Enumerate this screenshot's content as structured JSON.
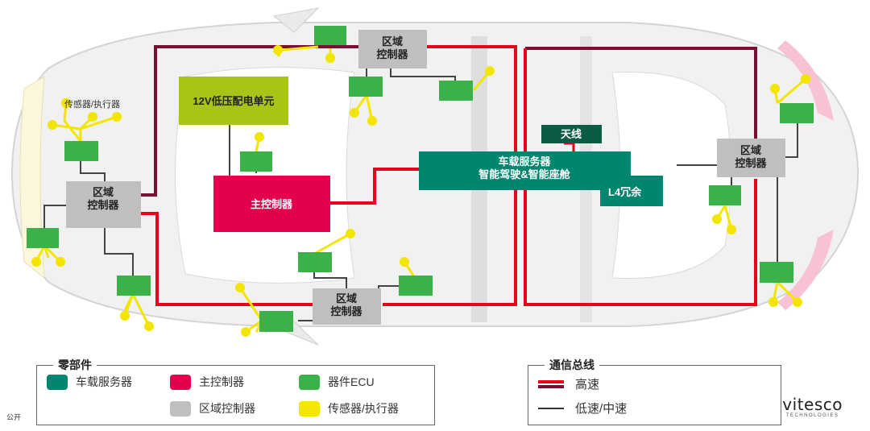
{
  "labels": {
    "zone_ctrl": "区域\n控制器",
    "lv_pdu": "12V低压配电单元",
    "main_ctrl": "主控制器",
    "antenna": "天线",
    "server": "车载服务器\n智能驾驶&智能座舱",
    "l4": "L4冗余",
    "sensor_label": "传感器/执行器"
  },
  "legend": {
    "components": {
      "title": "零部件",
      "items": [
        {
          "label": "车载服务器",
          "color": "#00866e"
        },
        {
          "label": "主控制器",
          "color": "#e3004f"
        },
        {
          "label": "器件ECU",
          "color": "#3cb14a"
        },
        {
          "label": "区域控制器",
          "color": "#bfbfbf"
        },
        {
          "label": "传感器/执行器",
          "color": "#f2e600"
        }
      ]
    },
    "bus": {
      "title": "通信总线",
      "items": [
        {
          "label": "高速",
          "color": "#e8001c"
        },
        {
          "label": "低速/中速",
          "color": "#333333"
        }
      ]
    }
  },
  "footer": {
    "public": "公开"
  },
  "logo": {
    "word": "vitesco",
    "sub": "TECHNOLOGIES"
  },
  "colors": {
    "server": "#00866e",
    "main": "#e3004f",
    "ecu": "#3cb14a",
    "zone": "#bfbfbf",
    "sensor": "#f2e600",
    "pdu": "#a9c416",
    "antenna": "#0b5b45",
    "high_speed": "#e8001c",
    "high_speed_dark": "#7a0e35",
    "low_speed": "#333333"
  }
}
